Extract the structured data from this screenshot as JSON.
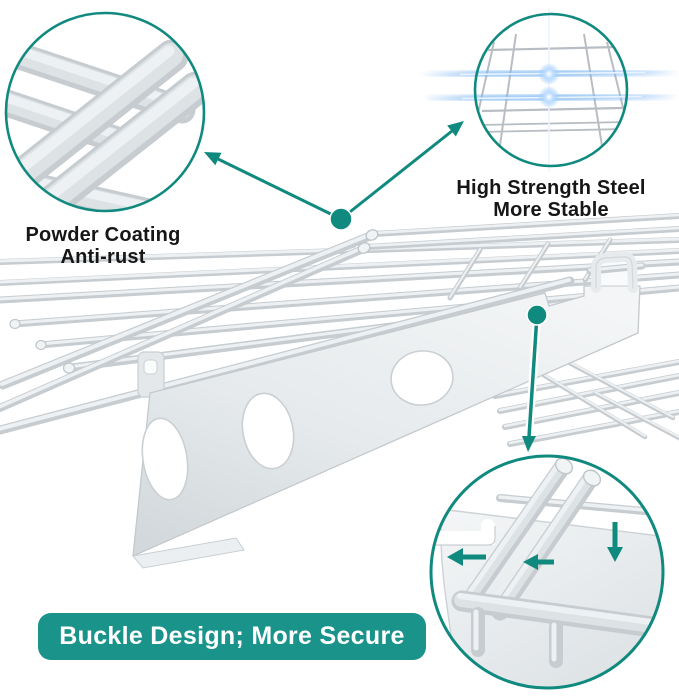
{
  "callouts": {
    "powder_coating": {
      "line1": "Powder Coating",
      "line2": "Anti-rust"
    },
    "high_strength": {
      "line1": "High Strength Steel",
      "line2": "More Stable"
    }
  },
  "banner": {
    "text": "Buckle Design; More Secure"
  },
  "colors": {
    "teal_accent": "#10897e",
    "banner_teal": "#1a938b",
    "label_text": "#161616",
    "steel_rod": "#c6ccd0",
    "steel_highlight": "#eef1f3",
    "glow_blue": "#6fb1f0"
  },
  "icons": {
    "powder_circle": "powder-coating-closeup",
    "steel_circle": "steel-grid-closeup",
    "buckle_circle": "buckle-hook-closeup",
    "arrows": "teal-callout-arrows"
  }
}
